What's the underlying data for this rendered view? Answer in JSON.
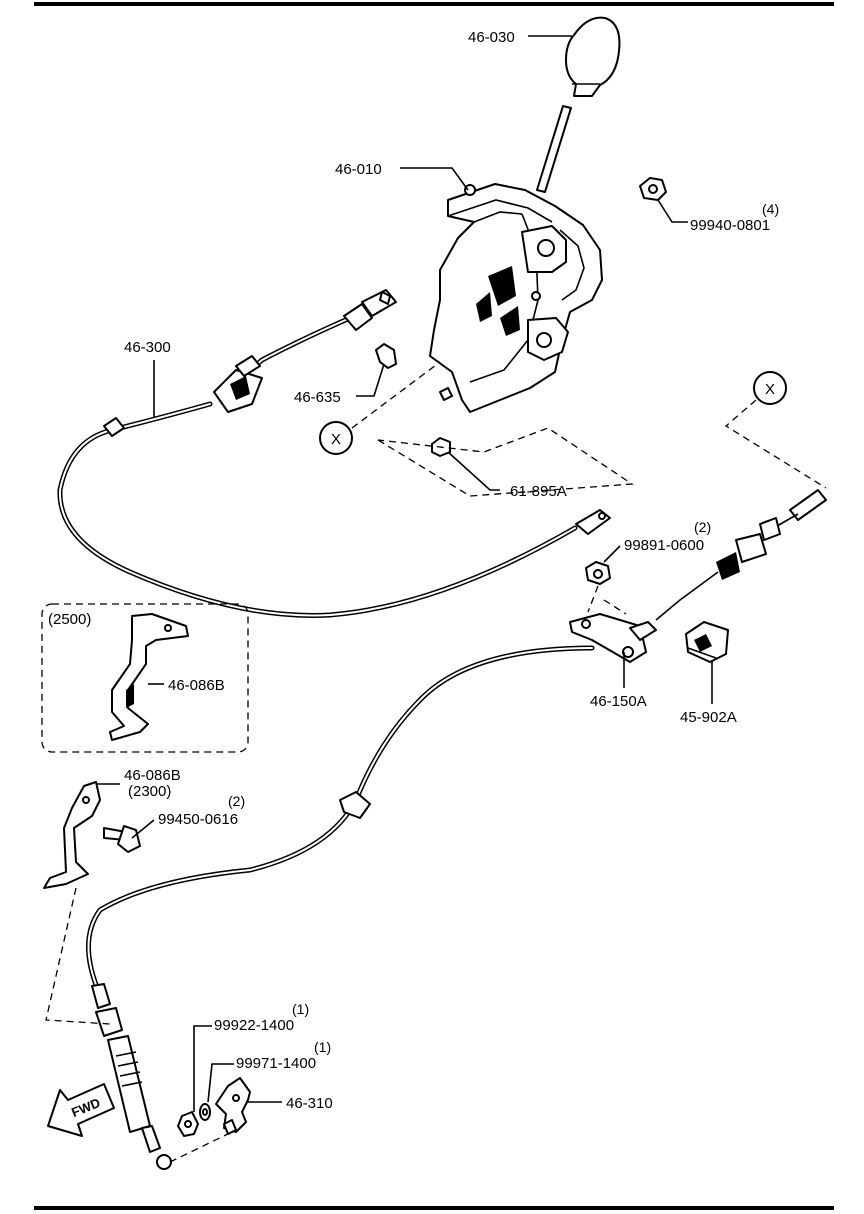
{
  "labels": {
    "knob": "46-030",
    "shifter": "46-010",
    "nut_top": "99940-0801",
    "nut_top_qty": "(4)",
    "cable_main": "46-300",
    "clip": "46-635",
    "grommet": "61-895A",
    "marker_x": "X",
    "nut_mid": "99891-0600",
    "nut_mid_qty": "(2)",
    "bracket_a": "46-150A",
    "bracket_b": "45-902A",
    "variant_2500": "(2500)",
    "bracket_086b_box": "46-086B",
    "bracket_086b": "46-086B",
    "variant_2300": "(2300)",
    "bolt": "99450-0616",
    "bolt_qty": "(2)",
    "nut_low": "99922-1400",
    "nut_low_qty": "(1)",
    "washer_low": "99971-1400",
    "washer_low_qty": "(1)",
    "lever": "46-310",
    "fwd": "FWD"
  }
}
